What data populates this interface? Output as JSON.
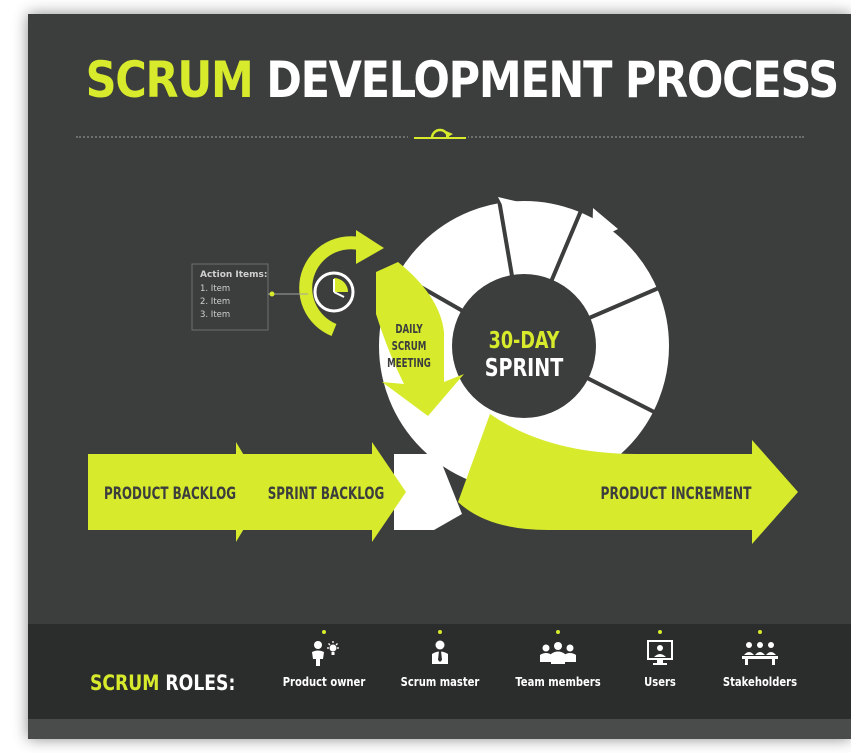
{
  "title": {
    "highlight": "SCRUM",
    "rest": "DEVELOPMENT PROCESS"
  },
  "action_items": {
    "heading": "Action Items:",
    "items": [
      "1. Item",
      "2. Item",
      "3. Item"
    ]
  },
  "daily_scrum": {
    "lines": [
      "DAILY",
      "SCRUM",
      "MEETING"
    ]
  },
  "sprint": {
    "line1": "30-DAY",
    "line2": "SPRINT"
  },
  "flow": {
    "product_backlog": "PRODUCT BACKLOG",
    "sprint_backlog": "SPRINT BACKLOG",
    "product_increment": "PRODUCT INCREMENT"
  },
  "roles": {
    "label_highlight": "SCRUM",
    "label_rest": "ROLES:",
    "items": [
      {
        "label": "Product owner",
        "icon": "product-owner-icon"
      },
      {
        "label": "Scrum master",
        "icon": "scrum-master-icon"
      },
      {
        "label": "Team members",
        "icon": "team-members-icon"
      },
      {
        "label": "Users",
        "icon": "users-icon"
      },
      {
        "label": "Stakeholders",
        "icon": "stakeholders-icon"
      }
    ]
  },
  "colors": {
    "accent": "#d7ea2c",
    "background": "#3c3e3d",
    "bar": "#2b2d2c",
    "white": "#ffffff"
  }
}
